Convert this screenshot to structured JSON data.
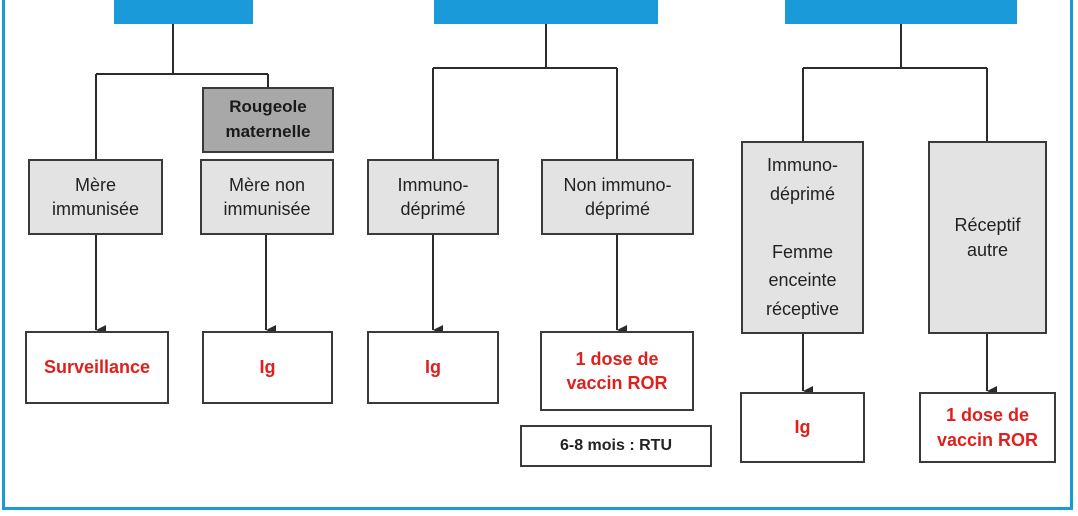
{
  "headers": [
    {
      "label": ""
    },
    {
      "label": ""
    },
    {
      "label": ""
    }
  ],
  "nodes": {
    "rougeole_maternelle": "Rougeole\nmaternelle",
    "mere_immunisee": "Mère\nimmunisée",
    "mere_non_immunisee": "Mère non\nimmunisée",
    "immunodeprime_1": "Immuno-\ndéprimé",
    "non_immunodeprime": "Non immuno-\ndéprimé",
    "immunodeprime_femme": "Immuno-\ndéprimé\n\nFemme\nenceinte\nréceptive",
    "receptif_autre": "Réceptif\nautre"
  },
  "outcomes": {
    "surveillance": "Surveillance",
    "ig_1": "Ig",
    "ig_2": "Ig",
    "vaccin_ror_1": "1 dose de\nvaccin ROR",
    "rtu_note": "6-8 mois : RTU",
    "ig_3": "Ig",
    "vaccin_ror_2": "1 dose de\nvaccin ROR"
  },
  "colors": {
    "frame": "#1a9ad8",
    "header": "#1a9ad8",
    "grey_box": "#e3e3e3",
    "dark_box": "#a8a8a8",
    "outcome_text": "#e0201c",
    "line": "#2b2b2b"
  }
}
